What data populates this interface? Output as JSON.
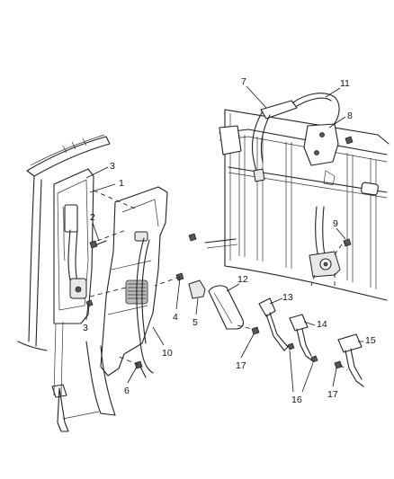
{
  "callouts": [
    {
      "id": "c1",
      "label": "1"
    },
    {
      "id": "c2",
      "label": "2"
    },
    {
      "id": "c3a",
      "label": "3"
    },
    {
      "id": "c3b",
      "label": "3"
    },
    {
      "id": "c4",
      "label": "4"
    },
    {
      "id": "c5",
      "label": "5"
    },
    {
      "id": "c6",
      "label": "6"
    },
    {
      "id": "c7",
      "label": "7"
    },
    {
      "id": "c8",
      "label": "8"
    },
    {
      "id": "c9",
      "label": "9"
    },
    {
      "id": "c10",
      "label": "10"
    },
    {
      "id": "c11",
      "label": "11"
    },
    {
      "id": "c12",
      "label": "12"
    },
    {
      "id": "c13",
      "label": "13"
    },
    {
      "id": "c14",
      "label": "14"
    },
    {
      "id": "c15",
      "label": "15"
    },
    {
      "id": "c16",
      "label": "16"
    },
    {
      "id": "c17a",
      "label": "17"
    },
    {
      "id": "c17b",
      "label": "17"
    }
  ]
}
